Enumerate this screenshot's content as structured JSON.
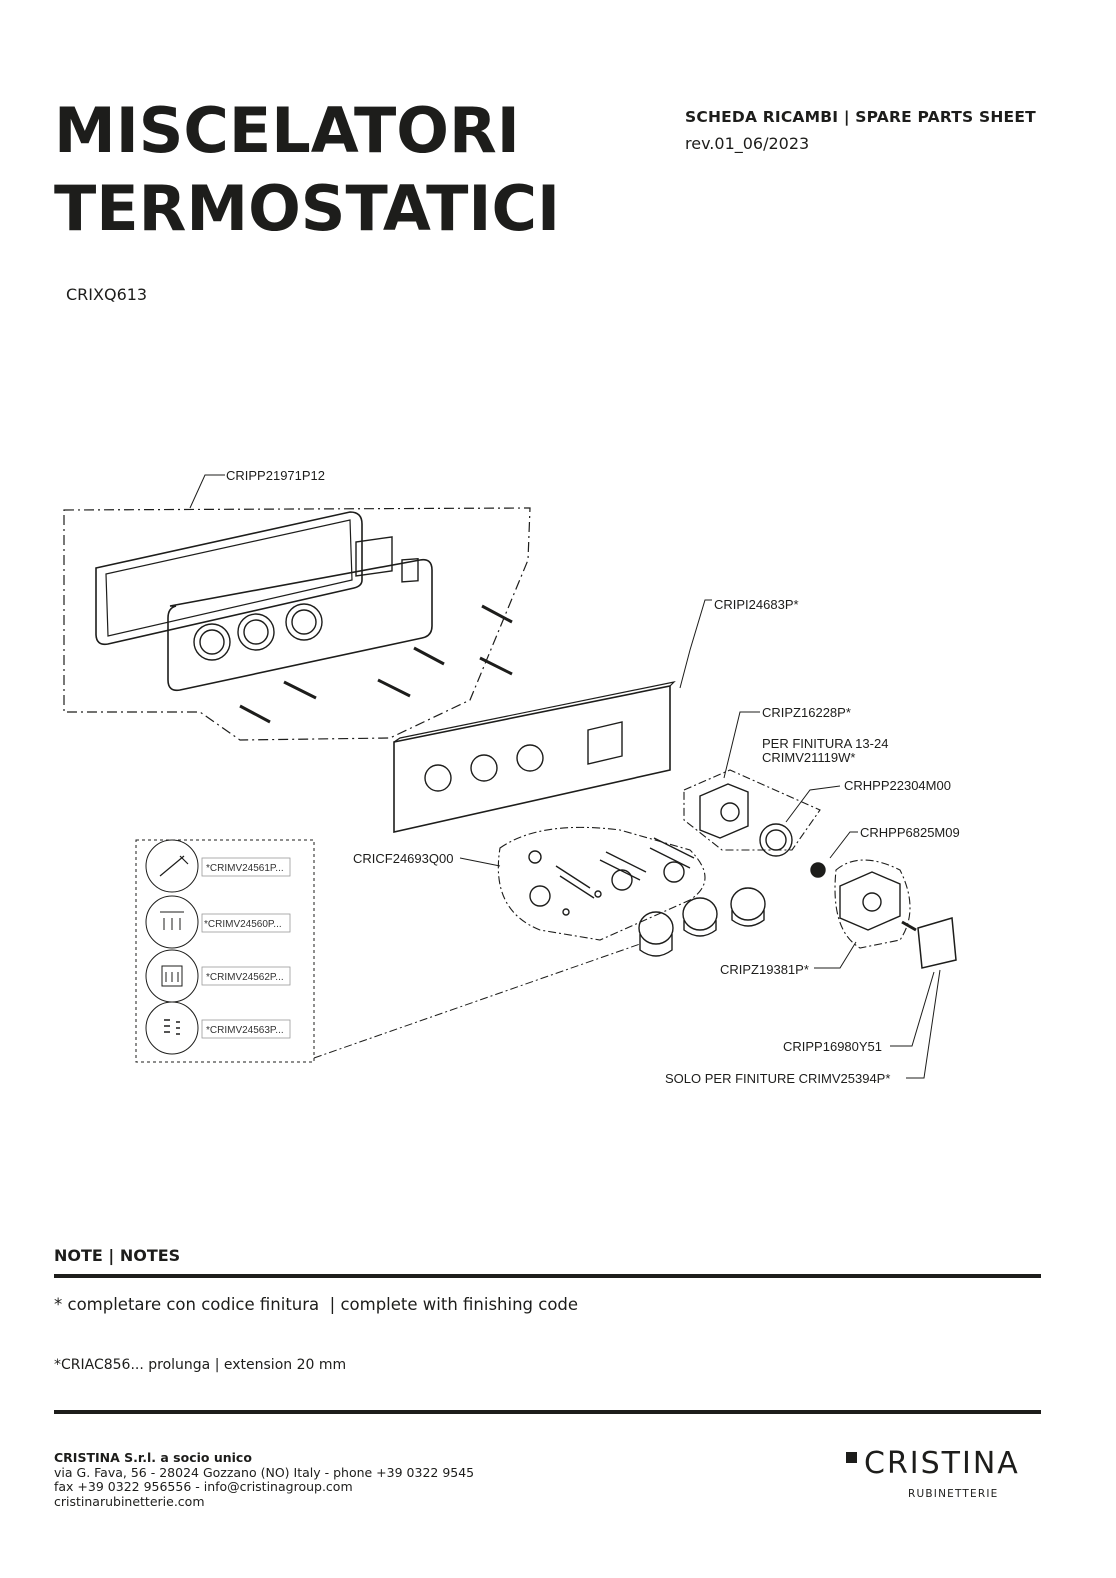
{
  "header": {
    "title_line1": "MISCELATORI",
    "title_line2": "TERMOSTATICI",
    "sheet_label": "SCHEDA RICAMBI | SPARE PARTS SHEET",
    "revision": "rev.01_06/2023",
    "product_code": "CRIXQ613"
  },
  "drawing": {
    "callouts": {
      "frame_kit": "CRIPP21971P12",
      "plate": "CRIPI24683P*",
      "body_cap": "CRIPZ16228P*",
      "finish_note_1": "PER FINITURA 13-24",
      "finish_note_2": "CRIMV21119W*",
      "ring": "CRHPP22304M00",
      "nut": "CRHPP6825M09",
      "cartridge_kit": "CRICF24693Q00",
      "diverter_body": "CRIPZ19381P*",
      "square_button": "CRIPP16980Y51",
      "finish_only": "SOLO PER FINITURE CRIMV25394P*"
    },
    "knob_options": [
      {
        "code": "*CRIMV24561P...",
        "icon": "hand-shower-icon"
      },
      {
        "code": "*CRIMV24560P...",
        "icon": "overhead-shower-icon"
      },
      {
        "code": "*CRIMV24562P...",
        "icon": "rain-shower-icon"
      },
      {
        "code": "*CRIMV24563P...",
        "icon": "body-jets-icon"
      }
    ]
  },
  "notes": {
    "heading": "NOTE | NOTES",
    "line1": "* completare con codice finitura  | complete with finishing code",
    "line2": "*CRIAC856... prolunga | extension 20 mm"
  },
  "footer": {
    "company_name": "CRISTINA S.r.l. a socio unico",
    "address": "via G. Fava, 56 - 28024 Gozzano (NO) Italy - phone +39 0322 9545",
    "fax_email": "fax +39 0322 956556 - info@cristinagroup.com",
    "website": "cristinarubinetterie.com",
    "logo_brand": "CRISTINA",
    "logo_sub": "RUBINETTERIE"
  }
}
